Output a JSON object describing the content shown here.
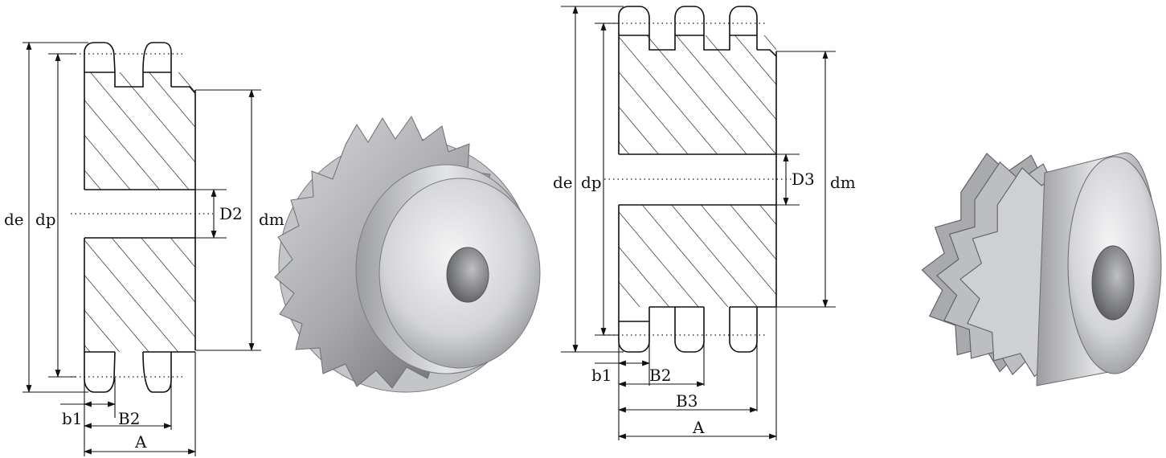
{
  "double_sprocket": {
    "labels": {
      "de": "de",
      "dp": "dp",
      "D2": "D2",
      "dm": "dm",
      "b1": "b1",
      "B2": "B2",
      "A": "A"
    }
  },
  "triple_sprocket": {
    "labels": {
      "de": "de",
      "dp": "dp",
      "D3": "D3",
      "dm": "dm",
      "b1": "b1",
      "B2": "B2",
      "B3": "B3",
      "A": "A"
    }
  },
  "colors": {
    "line": "#111111",
    "metal_light": "#e9e9ea",
    "metal_mid": "#b9babd",
    "metal_dark": "#6f7075"
  }
}
